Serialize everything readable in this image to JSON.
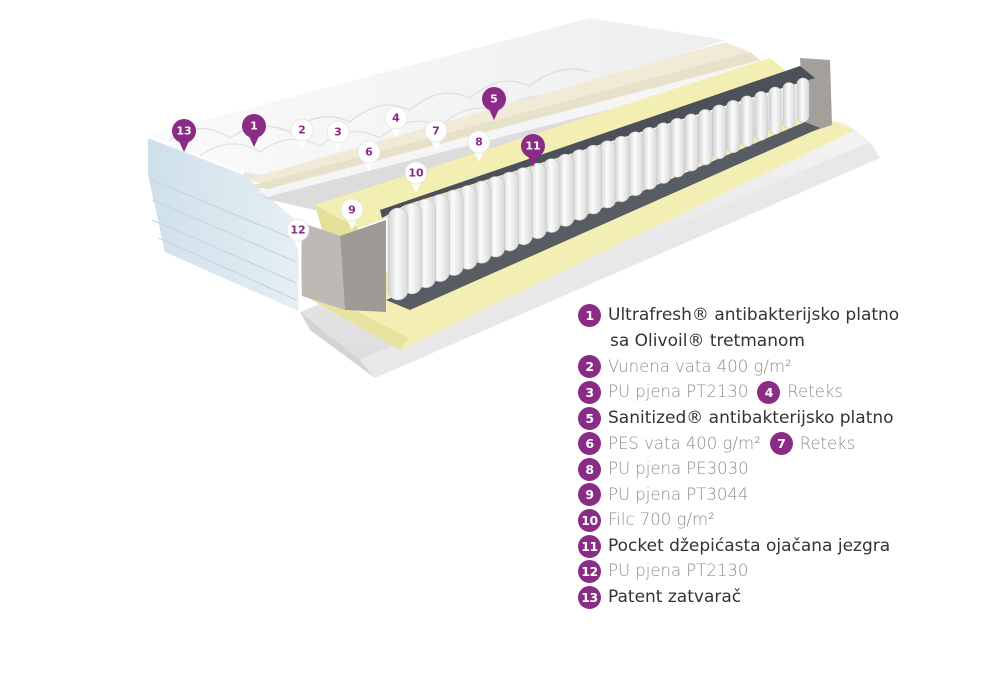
{
  "colors": {
    "accent_purple": "#8a2b86",
    "bold_text": "#333333",
    "light_text": "#8e8e8e",
    "quilt_top": "#f2f2f2",
    "side_fabric": "#dbe8ef",
    "foam_yellow": "#f2eeb4",
    "foam_grey": "#9e9a95",
    "spring_white": "#ededed"
  },
  "pins": [
    {
      "num": "13",
      "style": "purple"
    },
    {
      "num": "1",
      "style": "purple"
    },
    {
      "num": "2",
      "style": "white"
    },
    {
      "num": "3",
      "style": "white"
    },
    {
      "num": "4",
      "style": "white"
    },
    {
      "num": "5",
      "style": "purple"
    },
    {
      "num": "6",
      "style": "white"
    },
    {
      "num": "7",
      "style": "white"
    },
    {
      "num": "8",
      "style": "white"
    },
    {
      "num": "10",
      "style": "white"
    },
    {
      "num": "11",
      "style": "purple"
    },
    {
      "num": "9",
      "style": "white"
    },
    {
      "num": "12",
      "style": "white"
    }
  ],
  "legend": [
    {
      "items": [
        {
          "num": "1",
          "label": "Ultrafresh® antibakterijsko platno",
          "weight": "bold"
        }
      ]
    },
    {
      "continuation": "sa Olivoil® tretmanom"
    },
    {
      "items": [
        {
          "num": "2",
          "label": "Vunena vata 400 g/m²",
          "weight": "light"
        }
      ]
    },
    {
      "items": [
        {
          "num": "3",
          "label": "PU pjena PT2130",
          "weight": "light"
        },
        {
          "num": "4",
          "label": "Reteks",
          "weight": "light"
        }
      ]
    },
    {
      "items": [
        {
          "num": "5",
          "label": "Sanitized® antibakterijsko platno",
          "weight": "bold"
        }
      ]
    },
    {
      "items": [
        {
          "num": "6",
          "label": "PES vata 400 g/m²",
          "weight": "light"
        },
        {
          "num": "7",
          "label": "Reteks",
          "weight": "light"
        }
      ]
    },
    {
      "items": [
        {
          "num": "8",
          "label": "PU pjena PE3030",
          "weight": "light"
        }
      ]
    },
    {
      "items": [
        {
          "num": "9",
          "label": "PU pjena PT3044",
          "weight": "light"
        }
      ]
    },
    {
      "items": [
        {
          "num": "10",
          "label": "Filc 700 g/m²",
          "weight": "light"
        }
      ]
    },
    {
      "items": [
        {
          "num": "11",
          "label": "Pocket džepićasta ojačana jezgra",
          "weight": "bold"
        }
      ]
    },
    {
      "items": [
        {
          "num": "12",
          "label": "PU pjena PT2130",
          "weight": "light"
        }
      ]
    },
    {
      "items": [
        {
          "num": "13",
          "label": "Patent zatvarač",
          "weight": "bold"
        }
      ]
    }
  ]
}
